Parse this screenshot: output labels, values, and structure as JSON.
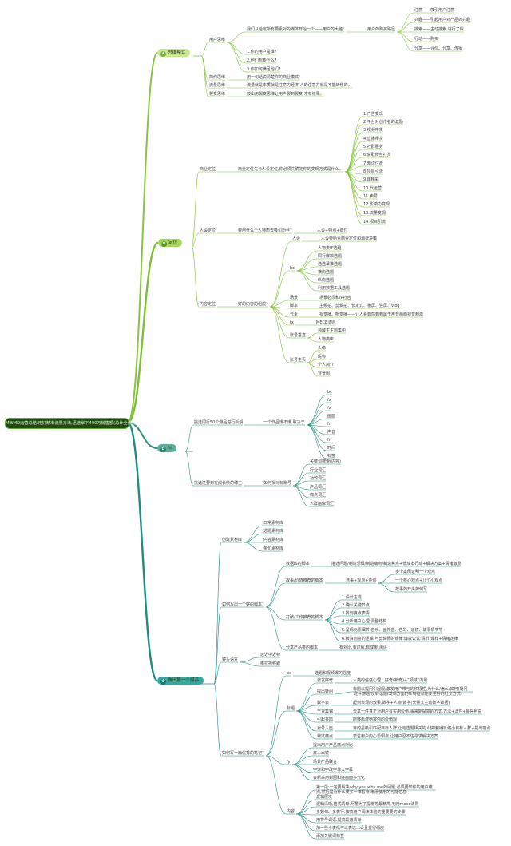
{
  "root": "MWMD运营总结:用好精准流量方法,迅速拿下400万销售额(总计全流程)",
  "branches": [
    {
      "name": "思维模式",
      "icon": "star-icon",
      "color": "#b9e07a"
    },
    {
      "name": "定位",
      "icon": "leaf-icon",
      "color": "#9bd34e"
    },
    {
      "name": "fs",
      "icon": "leaf-icon",
      "color": "#3f9e8a"
    },
    {
      "name": "做出第一个爆品",
      "icon": "leaf-icon",
      "color": "#1f8f86"
    }
  ],
  "nodes": {
    "s1": "用户思维",
    "s1a": "我们从给定所有要素对的媒体开始一个——用户的大脑!",
    "s1a1": "用户的购买路径",
    "s1a1a": "注意——吸引用户注意",
    "s1a1b": "兴趣——引起用户对产品的兴趣",
    "s1a1c": "搜索——主动搜索,进行了解",
    "s1a1d": "行动——购买",
    "s1a1e": "分享——评价、分享、传播",
    "s1b": "1.你的用户是谁?",
    "s1c": "2.他们想要什么?",
    "s1d": "3.你如何满足他们?",
    "s2": "简约思维",
    "s2a": "用一句话说清楚你的商业模式!",
    "s3": "流量思维",
    "s3a": "流量就是本质就是注意力经济,人的注意力就是不能转移的。",
    "s4": "裂变思维",
    "s4a": "鼓出用裂变思维让用户裂到裂变,才有结果。",
    "d1": "商业定位",
    "d1a": "商业定位先与人设定位,你必须先确定你的变现方式是什么。",
    "d1l1": "1.广告变现",
    "d1l2": "2.平台对创作者的激励",
    "d1l3": "3.视频带货",
    "d1l4": "4.直播带货",
    "d1l5": "5.社群服务",
    "d1l6": "6.获取粉丝打赏",
    "d1l7": "7.知识付费",
    "d1l8": "8.项目引流",
    "d1l9": "9.爆精彩",
    "d1l10": "10.代运营",
    "d1l11": "11.卖号",
    "d1l12": "12.影响力变现",
    "d1l13": "13.流量变现",
    "d1l14": "14.项目引流",
    "d2": "人设定位",
    "d2a": "要用什么个人特质去吸引粉丝?",
    "d2a1": "人设+特点+费付",
    "d3": "内容定位",
    "d3a": "好的内容的组成?",
    "d3r": "人设",
    "d3r1": "人设要给合商业定位和消费决策",
    "d3b": "bc",
    "d3b1": "人物类IP选题",
    "d3b2": "同行爆款选题",
    "d3b3": "选选幕推选题",
    "d3b4": "横向选题",
    "d3b5": "纵向选题",
    "d3b6": "利用数据工具选题",
    "d3c": "场景",
    "d3c1": "场景必须和IP符合",
    "d3d": "脚本",
    "d3d1": "主频拍、剪辑拍、长定式、横屏、竖屏、vlog",
    "d3e": "元素",
    "d3e1": "视觉播、听觉播——让人看到感到到属于声音画面视觉刺激",
    "d3f": "fx",
    "d3f1": "MECE法则",
    "d3g": "账号垂直",
    "d3g1": "领域主主题集中",
    "d3g2": "人物类IP",
    "d3h": "账号主页",
    "d3h1": "头像",
    "d3h2": "昵称",
    "d3h3": "个人简介",
    "d3h4": "背景图",
    "f1": "挑选同行50个爆品进行拆解",
    "f1a": "一个作品爆不爆,取决于",
    "f1a1": "bc",
    "f1a2": "fx",
    "f1a3": "fx",
    "f1a4": "画面",
    "f1a5": "fr",
    "f1a6": "声音",
    "f1a7": "fr",
    "f1a8": "时间",
    "f1a9": "标签",
    "f2": "挑选还要到在成长快的博主",
    "f2a": "如何找对标账号",
    "f2a1": "关键词搜索(内容)",
    "f2a2": "行业词汇",
    "f2a3": "功效词汇",
    "f2a4": "产品词汇",
    "f2a5": "痛点词汇",
    "f2a6": "人群画像词汇",
    "p1": "创建素材库",
    "p1a": "日常素材库",
    "p1b": "选题素材库",
    "p1c": "内容素材库",
    "p1d": "金句素材库",
    "p2": "如何写出一个好的脚本?",
    "p2a": "数据IS的脚本",
    "p2a1": "描述问题/制造恐惧/制造痛点/制造焦点+低成本行动+解决方案+情绪激励",
    "p2b": "故事/价值推荐的脚本",
    "p2b1": "选事+观点+金句",
    "p2b1a": "多个案例证明一个观点",
    "p2b1b": "一个核心观点+几个小观点",
    "p2b1c": "故事的开头如何写",
    "p2c": "打破/工作推荐的脚本",
    "p2c1": "1.设计主线",
    "p2c2": "2.确认关键节点",
    "p2c3": "3.找到爽点表情",
    "p2c4": "4.分析用户心理,调整结构",
    "p2c5": "5.呈现元素细节:音乐、画外音、色彩、运镜、故事情节等",
    "p2c6": "6.核算创意的逻辑,与剪辑师的规律:爆款公式:情节/爆样+情绪定律",
    "p2d": "分享产品类的脚本",
    "p2d1": "有对比,有过程,有成果,测评",
    "p3": "镜头语言",
    "p3a": "远近中近特",
    "p3b": "推拉摇移跟",
    "p4": "如何写一篇优秀的笔记?",
    "p4a": "bc",
    "p4a1": "选题和视频爆的强度",
    "p4b": "标题",
    "p4b1": "激发好奇",
    "p4b1a": "人类的信任心理、好奇(新奇)+“领域”内最",
    "p4b2": "提出疑问",
    "p4b2a": "标题以提问引起观,激发用户带与的积极性,为什么/怎么/如何(疑问词)+感题/反转话题(发现方面的新特征就能使更好的社交方式)",
    "p4b3": "数字表",
    "p4b3a": "起到表现的效果,数字+人物 数字(大量文主动数字数据)",
    "p4b4": "干货集锦",
    "p4b4a": "分享一件真正对用户有实用价值,事来能提高的方式,方法+滤件+展得利益",
    "p4b5": "引起共鸣",
    "p4b5a": "能够再建她客你的价值观",
    "p4b6": "对号入座",
    "p4b6a": "目的是吸引匹配目标人群,让与选题相关的人快速对标,缩小目标人群+提出痛点",
    "p4b7": "避坑痛点",
    "p4b7a": "表达用户内心恐惧点,让用户忍不住寻求解决方案",
    "p4c": "fy",
    "p4c1": "提出用户产品痛点对比",
    "p4c2": "真人出镜",
    "p4c3": "场景产品联合",
    "p4c4": "字饼和字改字体大字幕",
    "p4c5": "会新采用封图和连画面多元化",
    "p4d": "内容",
    "p4d1": "第一段:一定要解决why you why me的问题,必须要知你的用户痛点,然后是为什么要买一样看待,增添使用的可能信息",
    "p4d2": "逻辑层次",
    "p4d3": "逻辑清晰,格式清晰,尽量为了提炼等最精简,刊用mece法则",
    "p4d4": "多数句、多表行,按高用户阅读体验的重要要的步骤",
    "p4d5": "用符号词语,提高段落清晰",
    "p4d6": "加一些小表情可以表达人设且显得俏皮",
    "p4d7": "添加关键词标签"
  }
}
